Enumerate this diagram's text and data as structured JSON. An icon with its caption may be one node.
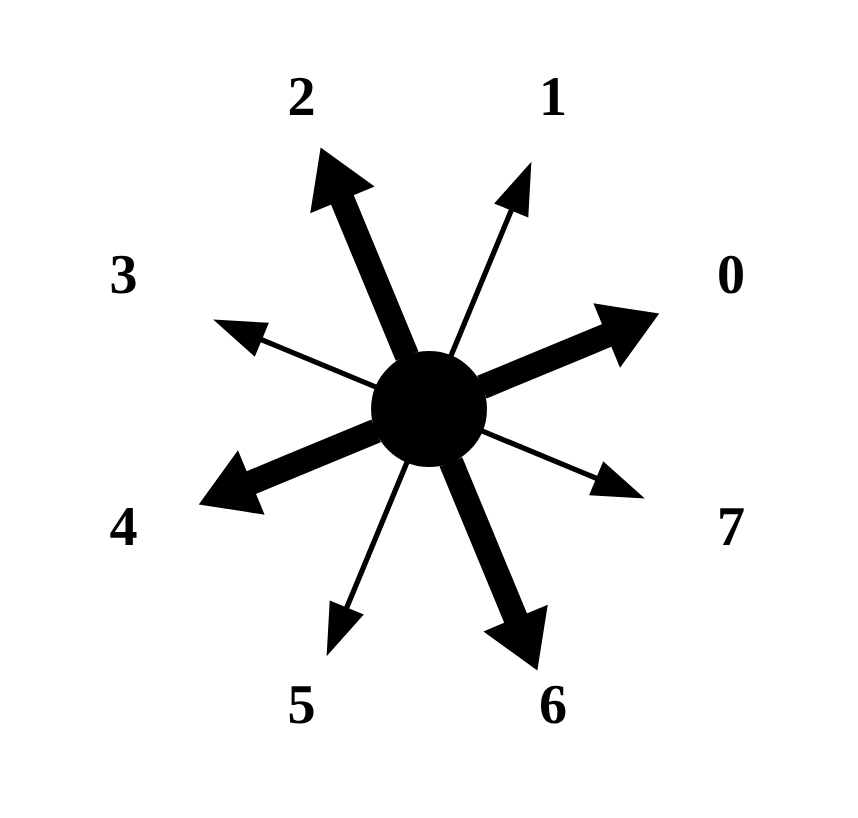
{
  "diagram": {
    "nodes": [
      {
        "text": [],
        "shape": "circle"
      },
      {
        "text": [
          "0"
        ]
      },
      {
        "text": [
          "1"
        ]
      },
      {
        "text": [
          "2"
        ]
      },
      {
        "text": [
          "3"
        ]
      },
      {
        "text": [
          "4"
        ]
      },
      {
        "text": [
          "5"
        ]
      },
      {
        "text": [
          "6"
        ]
      },
      {
        "text": [
          "7"
        ]
      }
    ],
    "edges": [
      {
        "from": 0,
        "to": 1,
        "arrow": "to",
        "style": "thick"
      },
      {
        "from": 0,
        "to": 2,
        "arrow": "to"
      },
      {
        "from": 0,
        "to": 3,
        "arrow": "to",
        "style": "thick"
      },
      {
        "from": 0,
        "to": 4,
        "arrow": "to"
      },
      {
        "from": 0,
        "to": 5,
        "arrow": "to",
        "style": "thick"
      },
      {
        "from": 0,
        "to": 6,
        "arrow": "to"
      },
      {
        "from": 0,
        "to": 7,
        "arrow": "to",
        "style": "thick"
      },
      {
        "from": 0,
        "to": 8,
        "arrow": "to"
      }
    ]
  }
}
